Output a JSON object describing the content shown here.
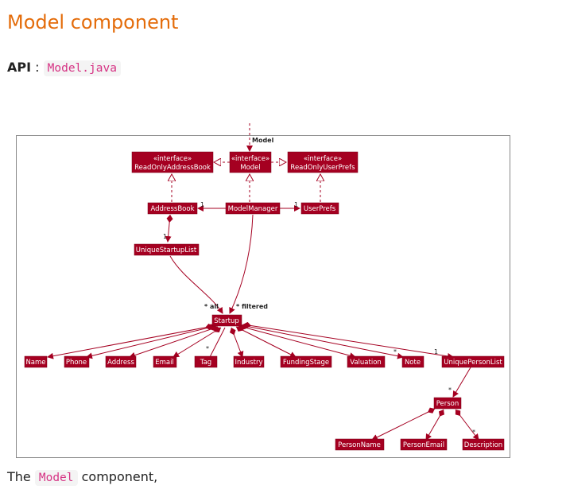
{
  "heading": "Model component",
  "api": {
    "label": "API",
    "separator": ":",
    "file": "Model.java"
  },
  "caption": {
    "pre": "The",
    "code": "Model",
    "post": "component,"
  },
  "colors": {
    "heading": "#e46c0a",
    "uml_fill": "#a50021",
    "uml_line": "#a50021",
    "code_text": "#d63384"
  },
  "diagram": {
    "classes": {
      "read_only_address_book": {
        "stereotype": "«interface»",
        "name": "ReadOnlyAddressBook"
      },
      "model": {
        "stereotype": "«interface»",
        "name": "Model"
      },
      "read_only_user_prefs": {
        "stereotype": "«interface»",
        "name": "ReadOnlyUserPrefs"
      },
      "address_book": {
        "name": "AddressBook"
      },
      "model_manager": {
        "name": "ModelManager"
      },
      "user_prefs": {
        "name": "UserPrefs"
      },
      "unique_startup_list": {
        "name": "UniqueStartupList"
      },
      "startup": {
        "name": "Startup"
      },
      "name": {
        "name": "Name"
      },
      "phone": {
        "name": "Phone"
      },
      "address": {
        "name": "Address"
      },
      "email": {
        "name": "Email"
      },
      "tag": {
        "name": "Tag"
      },
      "industry": {
        "name": "Industry"
      },
      "funding_stage": {
        "name": "FundingStage"
      },
      "valuation": {
        "name": "Valuation"
      },
      "note": {
        "name": "Note"
      },
      "unique_person_list": {
        "name": "UniquePersonList"
      },
      "person": {
        "name": "Person"
      },
      "person_name": {
        "name": "PersonName"
      },
      "person_email": {
        "name": "PersonEmail"
      },
      "description": {
        "name": "Description"
      }
    },
    "labels": {
      "model_entry": "Model",
      "mm_to_ab": "1",
      "mm_to_up": "1",
      "ab_to_usl": "1",
      "all": "* all",
      "filtered": "* filtered",
      "tag_mult": "*",
      "note_mult": "*",
      "upl_mult": "1",
      "person_mult": "*",
      "desc_mult": "*"
    }
  }
}
